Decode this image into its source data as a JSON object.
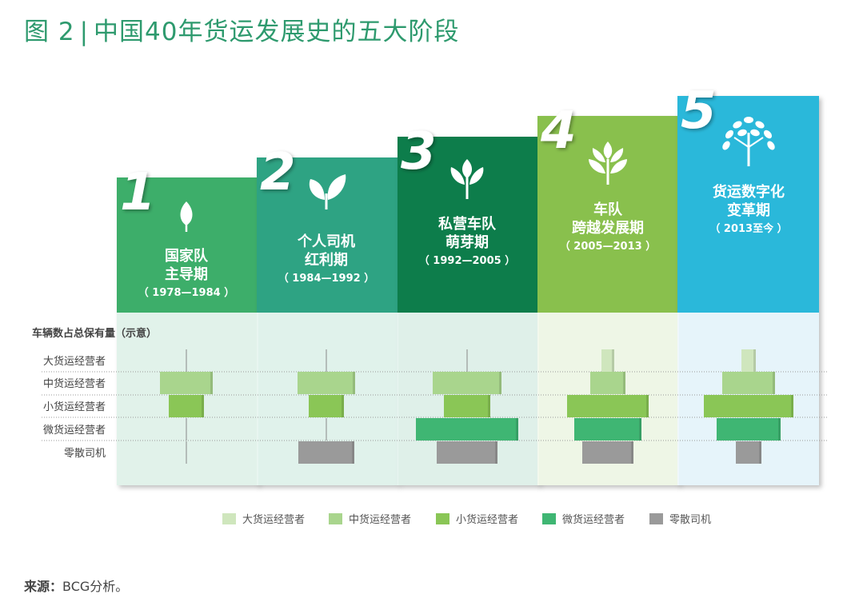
{
  "header": {
    "fig_label": "图 2",
    "separator": "|",
    "title_text": "中国40年货运发展史的五大阶段"
  },
  "footer": {
    "source_label": "来源：",
    "source_text": "BCG分析。"
  },
  "colors": {
    "large": "#cfe6bd",
    "medium": "#a9d58d",
    "small": "#8ac656",
    "micro": "#3fb673",
    "scattered": "#9a9a9a",
    "title": "#2e9a6e"
  },
  "chart_data": {
    "type": "bar",
    "chart_label": "车辆数占总保有量（示意）",
    "categories": [
      "大货运经营者",
      "中货运经营者",
      "小货运经营者",
      "微货运经营者",
      "零散司机"
    ],
    "stages": [
      {
        "number": "1",
        "name_lines": [
          "国家队",
          "主导期"
        ],
        "period": "（ 1978—1984 ）",
        "color": "#3cae6a",
        "icon": "sprout-icon",
        "values": {
          "大货运经营者": 0,
          "中货运经营者": 33,
          "小货运经营者": 22,
          "微货运经营者": 0,
          "零散司机": 0
        }
      },
      {
        "number": "2",
        "name_lines": [
          "个人司机",
          "红利期"
        ],
        "period": "（ 1984—1992 ）",
        "color": "#2fa383",
        "icon": "two-leaf-icon",
        "values": {
          "大货运经营者": 0,
          "中货运经营者": 36,
          "小货运经营者": 22,
          "微货运经营者": 0,
          "零散司机": 35
        }
      },
      {
        "number": "3",
        "name_lines": [
          "私营车队",
          "萌芽期"
        ],
        "period": "（ 1992—2005 ）",
        "color": "#0a7d4c",
        "icon": "three-leaf-plant-icon",
        "values": {
          "大货运经营者": 0,
          "中货运经营者": 43,
          "小货运经营者": 29,
          "微货运经营者": 64,
          "零散司机": 38
        }
      },
      {
        "number": "4",
        "name_lines": [
          "车队",
          "跨越发展期"
        ],
        "period": "（ 2005—2013 ）",
        "color": "#89c04e",
        "icon": "branching-plant-icon",
        "values": {
          "大货运经营者": 8,
          "中货运经营者": 22,
          "小货运经营者": 51,
          "微货运经营者": 42,
          "零散司机": 32
        }
      },
      {
        "number": "5",
        "name_lines": [
          "货运数字化",
          "变革期"
        ],
        "period": "（ 2013至今 ）",
        "color": "#2bb8da",
        "icon": "tree-icon",
        "values": {
          "大货运经营者": 9,
          "中货运经营者": 33,
          "小货运经营者": 56,
          "微货运经营者": 40,
          "零散司机": 16
        }
      }
    ],
    "legend": [
      "大货运经营者",
      "中货运经营者",
      "小货运经营者",
      "微货运经营者",
      "零散司机"
    ],
    "legend_placement": "bottom"
  }
}
